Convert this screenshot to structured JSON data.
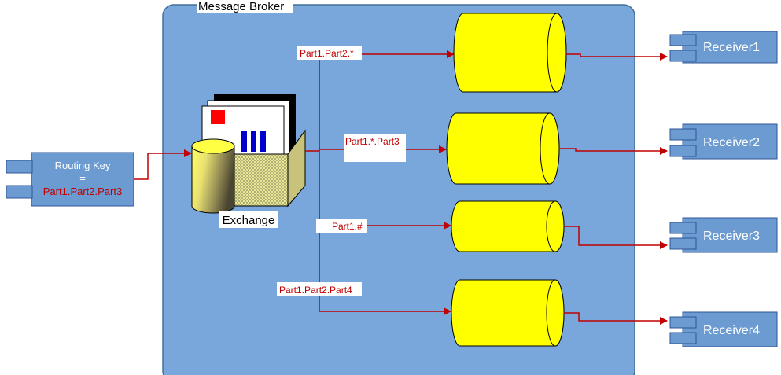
{
  "broker": {
    "title": "Message Broker"
  },
  "routing_key": {
    "label": "Routing Key",
    "equals": "=",
    "value": "Part1.Part2.Part3"
  },
  "exchange": {
    "label": "Exchange"
  },
  "bindings": [
    {
      "pattern": "Part1.Part2.*"
    },
    {
      "pattern": "Part1.*.Part3"
    },
    {
      "pattern": "Part1.#"
    },
    {
      "pattern": "Part1.Part2.Part4"
    }
  ],
  "receivers": [
    {
      "name": "Receiver1"
    },
    {
      "name": "Receiver2"
    },
    {
      "name": "Receiver3"
    },
    {
      "name": "Receiver4"
    }
  ],
  "colors": {
    "broker_fill": "#7aa7db",
    "broker_stroke": "#41719c",
    "component_fill": "#6b9bd1",
    "queue_fill": "#ffff00",
    "arrow": "#c00000",
    "label_red": "#c00000"
  }
}
